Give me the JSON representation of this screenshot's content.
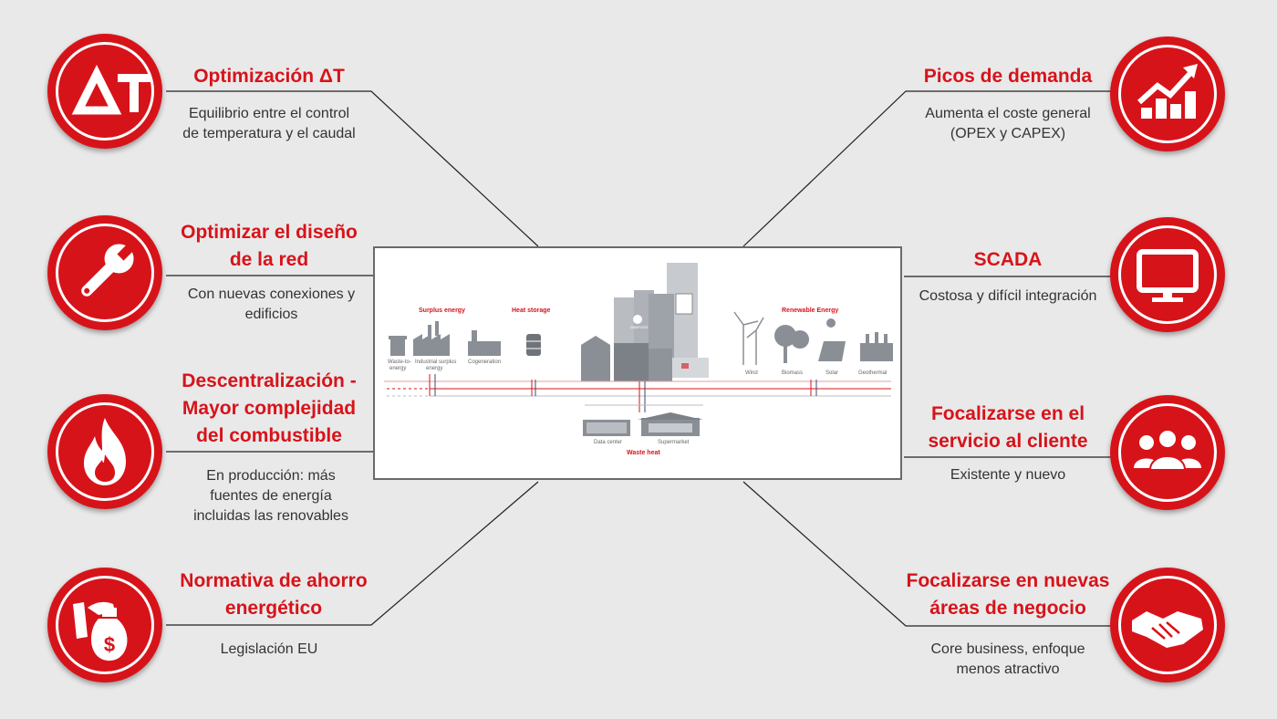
{
  "left": [
    {
      "icon": "delta-t-icon",
      "title_lines": [
        "Optimización ΔT"
      ],
      "desc_lines": [
        "Equilibrio entre el control",
        "de temperatura y el caudal"
      ]
    },
    {
      "icon": "wrench-icon",
      "title_lines": [
        "Optimizar el diseño",
        "de la red"
      ],
      "desc_lines": [
        "Con nuevas conexiones y",
        "edificios"
      ]
    },
    {
      "icon": "flame-icon",
      "title_lines": [
        "Descentralización -",
        "Mayor complejidad",
        "del combustible"
      ],
      "desc_lines": [
        "En producción: más",
        "fuentes de energía",
        "incluidas las renovables"
      ]
    },
    {
      "icon": "money-bag-icon",
      "title_lines": [
        "Normativa de ahorro",
        "energético"
      ],
      "desc_lines": [
        "Legislación EU"
      ]
    }
  ],
  "right": [
    {
      "icon": "rising-chart-icon",
      "title_lines": [
        "Picos de demanda"
      ],
      "desc_lines": [
        "Aumenta el coste general",
        "(OPEX y CAPEX)"
      ]
    },
    {
      "icon": "monitor-icon",
      "title_lines": [
        "SCADA"
      ],
      "desc_lines": [
        "Costosa y difícil integración"
      ]
    },
    {
      "icon": "customers-icon",
      "title_lines": [
        "Focalizarse en el",
        "servicio al cliente"
      ],
      "desc_lines": [
        "Existente y nuevo"
      ]
    },
    {
      "icon": "handshake-icon",
      "title_lines": [
        "Focalizarse en nuevas",
        "áreas de negocio"
      ],
      "desc_lines": [
        "Core business, enfoque",
        "menos atractivo"
      ]
    }
  ],
  "illustration": {
    "surplus_energy": "Surplus energy",
    "heat_storage": "Heat storage",
    "renewable_energy": "Renewable Energy",
    "waste_heat": "Waste heat",
    "waste_to_energy": [
      "Waste-to-",
      "energy"
    ],
    "industrial_surplus": [
      "Industrial surplus",
      "energy"
    ],
    "cogeneration": "Cogeneration",
    "wind": "Wind",
    "biomass": "Biomass",
    "solar": "Solar",
    "geothermal": "Geothermal",
    "data_center": "Data center",
    "supermarket": "Supermarket",
    "brand": "DANFOSS"
  },
  "colors": {
    "accent": "#d7131a",
    "background": "#e9e9e9",
    "line": "#222222"
  }
}
